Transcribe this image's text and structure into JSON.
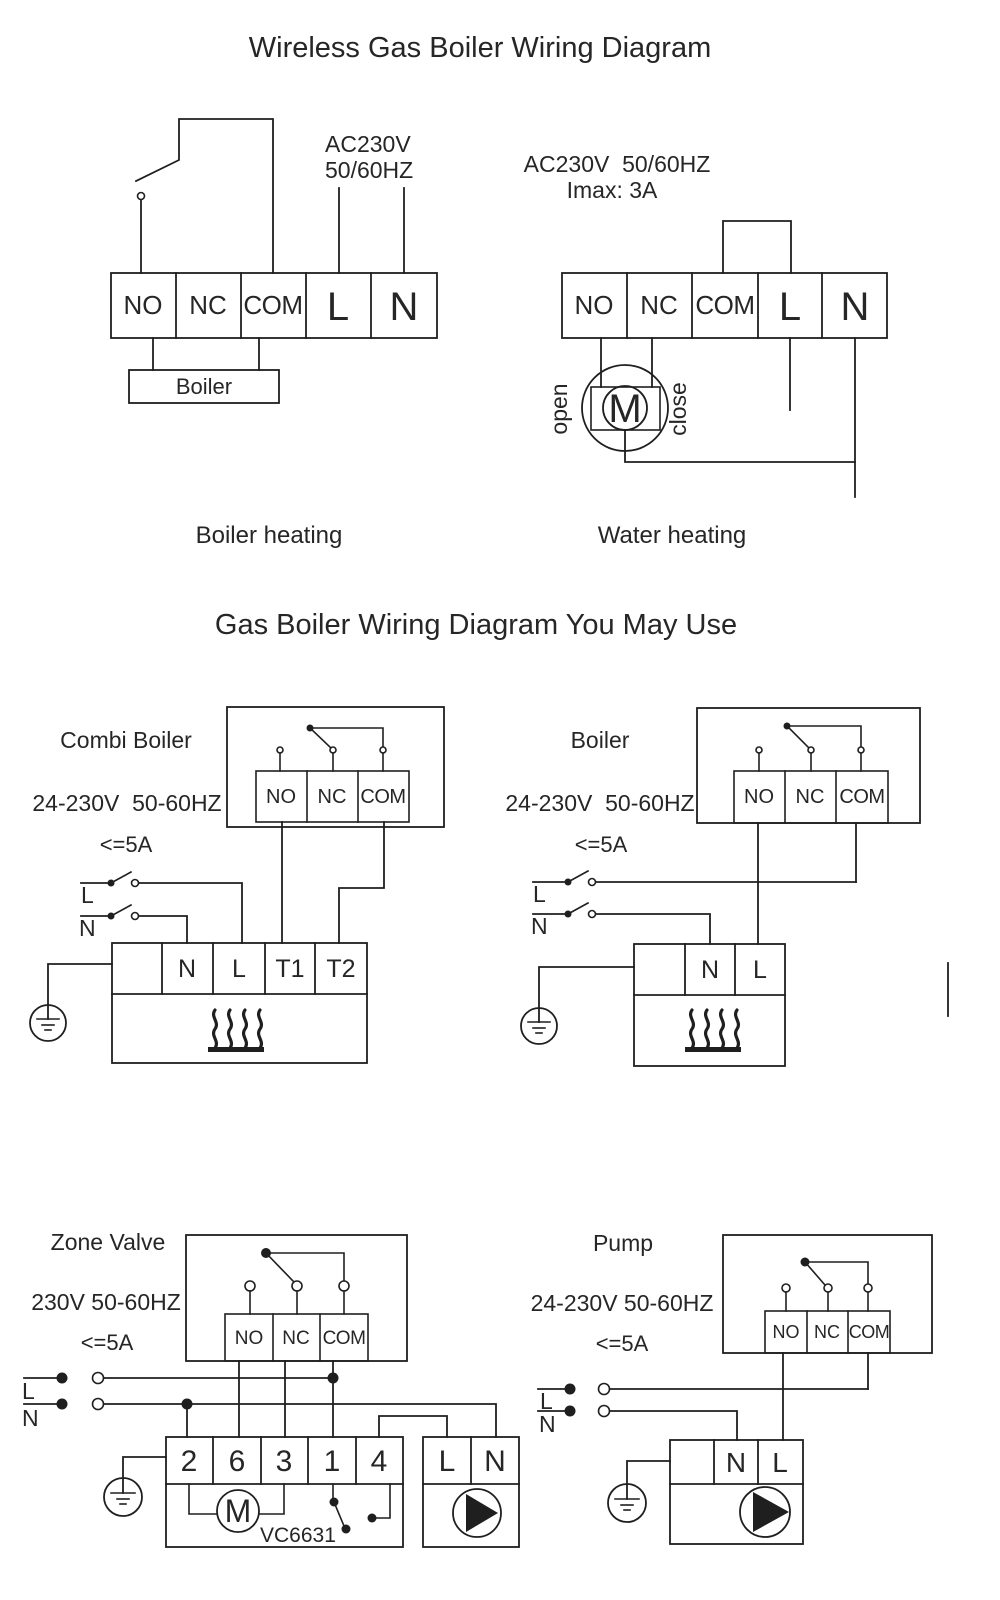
{
  "colors": {
    "line": "#1f1f1f",
    "ink": "#262626",
    "bg": "#ffffff"
  },
  "titles": {
    "main": "Wireless Gas Boiler Wiring Diagram",
    "secondary": "Gas Boiler Wiring Diagram You May Use"
  },
  "boiler_heating": {
    "spec_line1": "AC230V",
    "spec_line2": "50/60HZ",
    "terminals": [
      "NO",
      "NC",
      "COM",
      "L",
      "N"
    ],
    "boiler_label": "Boiler",
    "caption": "Boiler heating"
  },
  "water_heating": {
    "spec_line1": "AC230V  50/60HZ",
    "spec_line2": "Imax: 3A",
    "terminals": [
      "NO",
      "NC",
      "COM",
      "L",
      "N"
    ],
    "motor_label": "M",
    "valve_open_label": "open",
    "valve_close_label": "close",
    "caption": "Water heating"
  },
  "combi_boiler": {
    "name": "Combi Boiler",
    "spec": "24-230V  50-60HZ",
    "max_current": "<=5A",
    "relay_terminals": [
      "NO",
      "NC",
      "COM"
    ],
    "live_label": "L",
    "neutral_label": "N",
    "terminals": [
      "N",
      "L",
      "T1",
      "T2"
    ]
  },
  "boiler": {
    "name": "Boiler",
    "spec": "24-230V  50-60HZ",
    "max_current": "<=5A",
    "relay_terminals": [
      "NO",
      "NC",
      "COM"
    ],
    "live_label": "L",
    "neutral_label": "N",
    "terminals": [
      "N",
      "L"
    ]
  },
  "zone_valve": {
    "name": "Zone Valve",
    "spec": "230V 50-60HZ",
    "max_current": "<=5A",
    "relay_terminals": [
      "NO",
      "NC",
      "COM"
    ],
    "live_label": "L",
    "neutral_label": "N",
    "terminals": [
      "2",
      "6",
      "3",
      "1",
      "4"
    ],
    "motor_label": "M",
    "model": "VC6631",
    "pump_terminals": [
      "L",
      "N"
    ]
  },
  "pump": {
    "name": "Pump",
    "spec": "24-230V 50-60HZ",
    "max_current": "<=5A",
    "relay_terminals": [
      "NO",
      "NC",
      "COM"
    ],
    "live_label": "L",
    "neutral_label": "N",
    "terminals": [
      "N",
      "L"
    ]
  }
}
